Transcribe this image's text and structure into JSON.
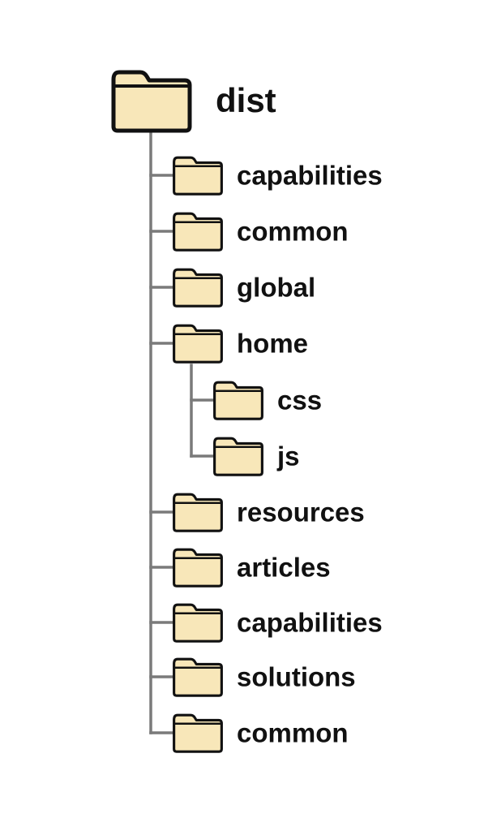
{
  "tree": {
    "root": {
      "label": "dist",
      "icon": "folder-icon"
    },
    "children": [
      {
        "label": "capabilities",
        "icon": "folder-icon"
      },
      {
        "label": "common",
        "icon": "folder-icon"
      },
      {
        "label": "global",
        "icon": "folder-icon"
      },
      {
        "label": "home",
        "icon": "folder-icon",
        "children": [
          {
            "label": "css",
            "icon": "folder-icon"
          },
          {
            "label": "js",
            "icon": "folder-icon"
          }
        ]
      },
      {
        "label": "resources",
        "icon": "folder-icon"
      },
      {
        "label": "articles",
        "icon": "folder-icon"
      },
      {
        "label": "capabilities",
        "icon": "folder-icon"
      },
      {
        "label": "solutions",
        "icon": "folder-icon"
      },
      {
        "label": "common",
        "icon": "folder-icon"
      }
    ]
  },
  "colors": {
    "folder_fill": "#f8e7b9",
    "folder_stroke": "#111111",
    "connector": "#7a7a7a",
    "text": "#111111"
  }
}
